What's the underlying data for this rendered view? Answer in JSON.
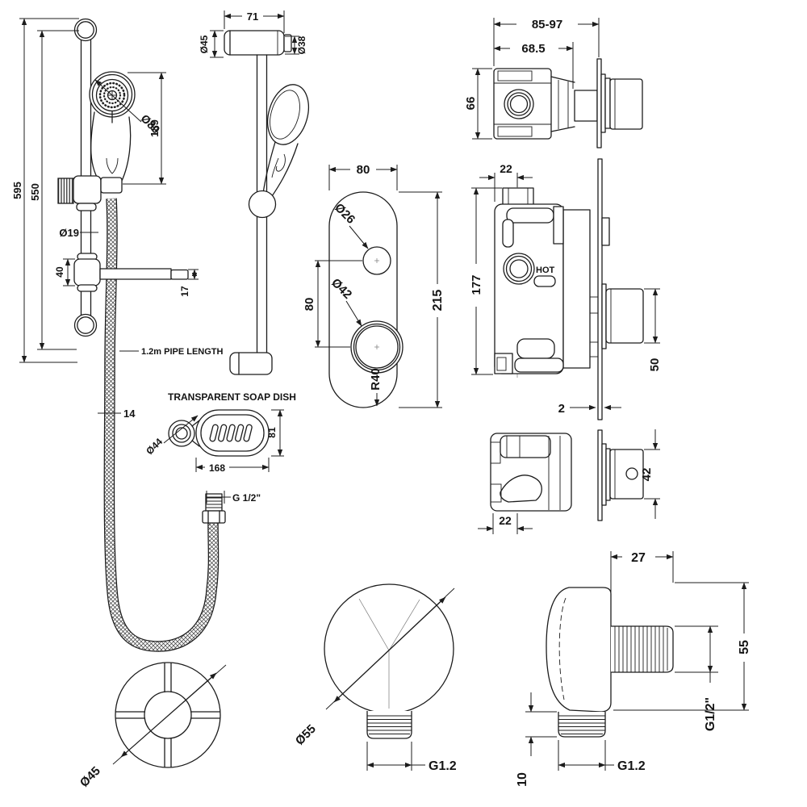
{
  "drawing": {
    "background": "#ffffff",
    "line_color": "#1c1c1c",
    "views": {
      "rail_front": {
        "height_total": "595",
        "height_centres": "550",
        "head_diameter": "Ø80",
        "head_length": "189",
        "rail_diameter": "Ø19",
        "bracket_height": "40",
        "arm_end": "17",
        "pipe_note": "1.2m PIPE LENGTH",
        "hose_diameter": "14",
        "hose_thread": "G 1/2\""
      },
      "rail_side": {
        "bracket_width": "71",
        "end_diameter": "Ø45",
        "tube_diameter": "Ø38"
      },
      "faceplate": {
        "width": "80",
        "top_hole": "Ø26",
        "bottom_hole": "Ø42",
        "hole_spacing": "80",
        "height": "215",
        "corner_radius": "R40"
      },
      "valve_top": {
        "depth_range": "85-97",
        "body_depth": "68.5",
        "height": "66"
      },
      "valve_front": {
        "stub_offset": "22",
        "height": "177",
        "hot_label": "HOT",
        "knob_depth": "50",
        "plate_thickness": "2"
      },
      "valve_bottom": {
        "knob_diameter": "42",
        "stub_offset": "22"
      },
      "soap_dish": {
        "title": "TRANSPARENT SOAP DISH",
        "ring_diameter": "Ø44",
        "height": "81",
        "length": "168"
      },
      "bracket_top": {
        "diameter": "Ø45"
      },
      "outlet_top": {
        "diameter": "Ø55",
        "thread": "G1.2"
      },
      "outlet_side": {
        "depth": "27",
        "height": "55",
        "side_thread": "G1/2\"",
        "stub_height": "10",
        "bottom_thread": "G1.2"
      }
    }
  }
}
